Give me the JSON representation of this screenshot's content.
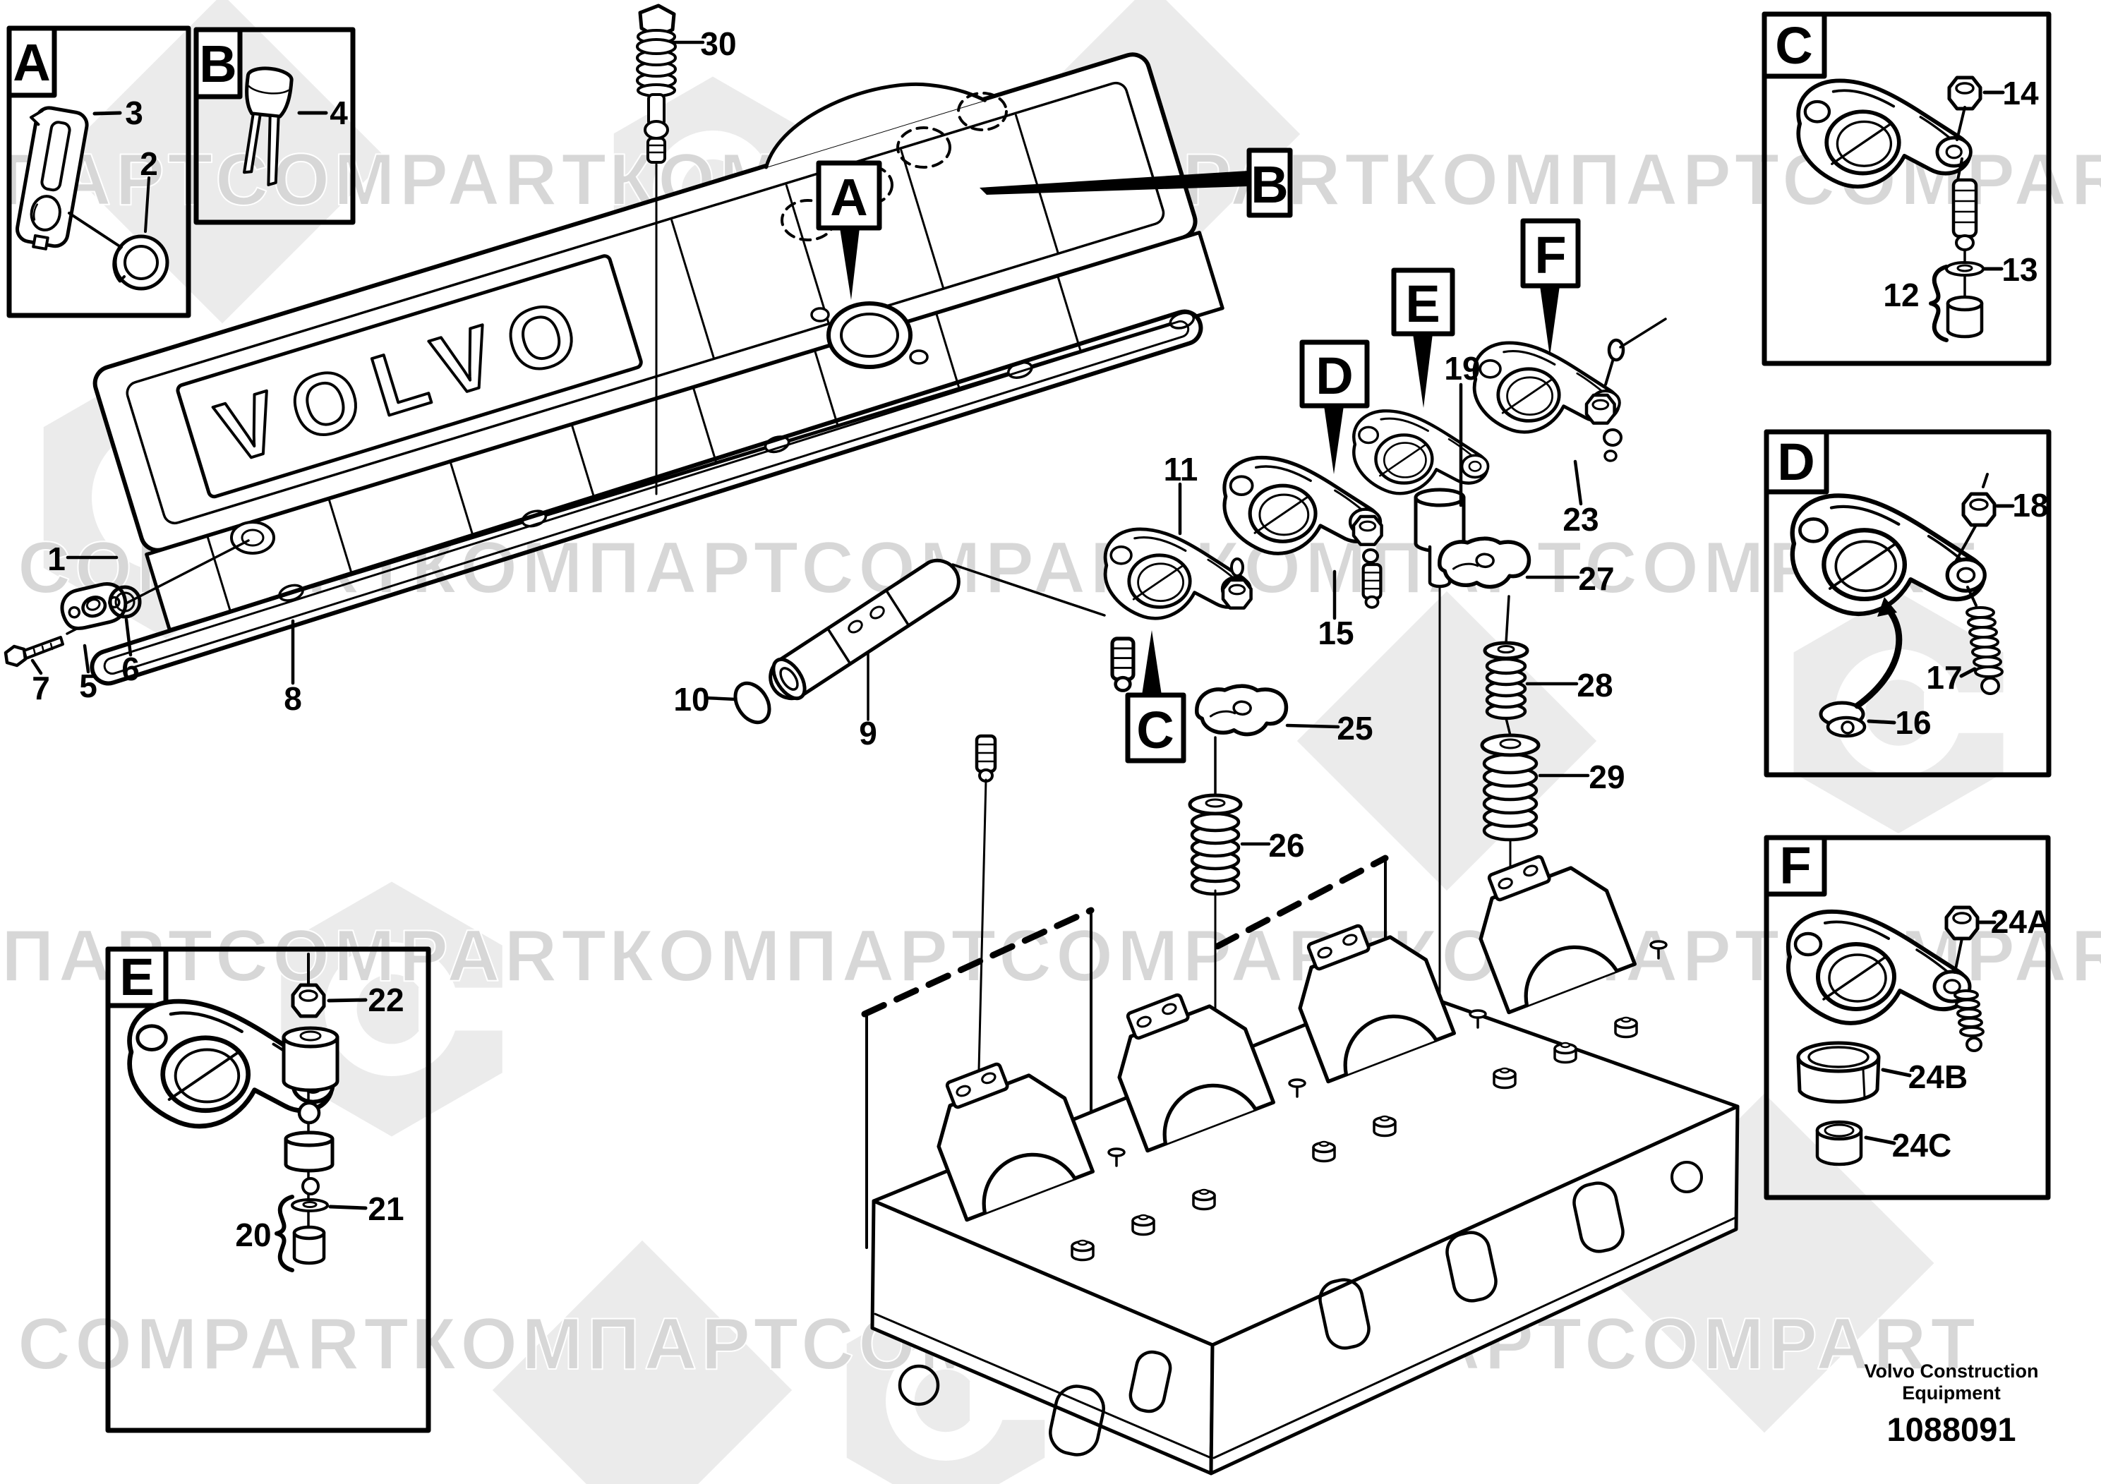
{
  "watermark": {
    "cyrillic": "КОМПАРТ",
    "latin": "COMPART"
  },
  "cover": {
    "brand": "VOLVO"
  },
  "footer": {
    "company_line1": "Volvo Construction",
    "company_line2": "Equipment",
    "document_number": "1088091"
  },
  "detail_views": [
    {
      "letter": "A"
    },
    {
      "letter": "B"
    },
    {
      "letter": "C"
    },
    {
      "letter": "D"
    },
    {
      "letter": "E"
    },
    {
      "letter": "F"
    }
  ],
  "callouts": [
    {
      "letter": "A"
    },
    {
      "letter": "B"
    },
    {
      "letter": "C"
    },
    {
      "letter": "D"
    },
    {
      "letter": "E"
    },
    {
      "letter": "F"
    }
  ],
  "parts": [
    {
      "num": "1"
    },
    {
      "num": "2"
    },
    {
      "num": "3"
    },
    {
      "num": "4"
    },
    {
      "num": "5"
    },
    {
      "num": "6"
    },
    {
      "num": "7"
    },
    {
      "num": "8"
    },
    {
      "num": "9"
    },
    {
      "num": "10"
    },
    {
      "num": "11"
    },
    {
      "num": "12"
    },
    {
      "num": "13"
    },
    {
      "num": "14"
    },
    {
      "num": "15"
    },
    {
      "num": "16"
    },
    {
      "num": "17"
    },
    {
      "num": "18"
    },
    {
      "num": "19"
    },
    {
      "num": "20"
    },
    {
      "num": "21"
    },
    {
      "num": "22"
    },
    {
      "num": "23"
    },
    {
      "num": "24A"
    },
    {
      "num": "24B"
    },
    {
      "num": "24C"
    },
    {
      "num": "25"
    },
    {
      "num": "26"
    },
    {
      "num": "27"
    },
    {
      "num": "28"
    },
    {
      "num": "29"
    },
    {
      "num": "30"
    }
  ]
}
